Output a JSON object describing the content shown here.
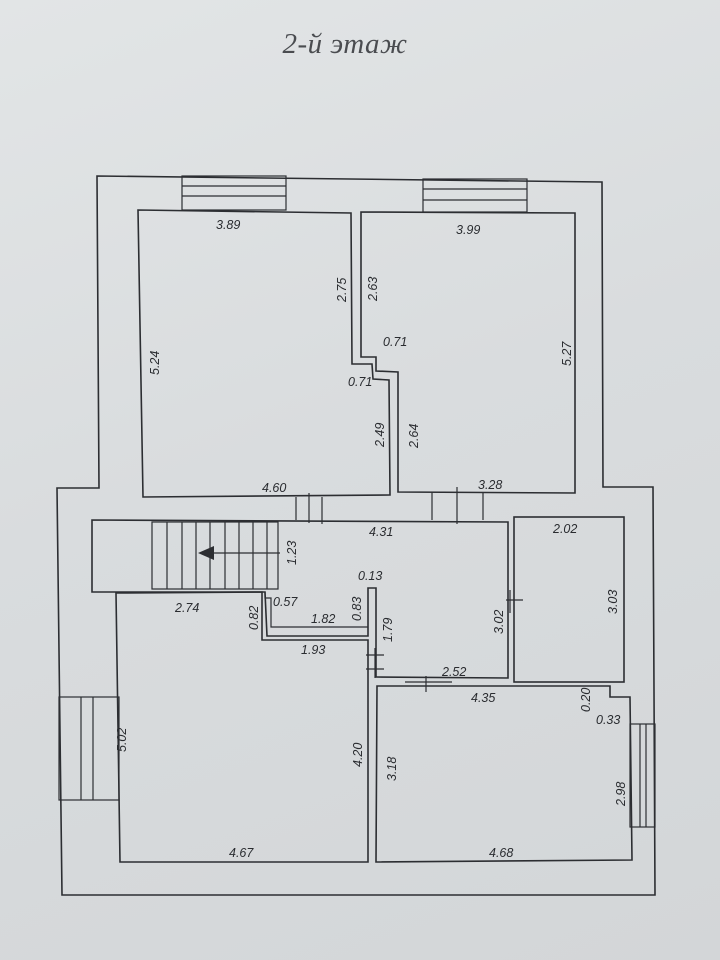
{
  "title": "2-й этаж",
  "dimensions": {
    "r1_top": "3.89",
    "r1_left": "5.24",
    "r1_right_upper": "2.75",
    "r1_notch": "0.71",
    "r1_right_lower": "2.49",
    "r1_bottom": "4.60",
    "r2_top": "3.99",
    "r2_left_upper": "2.63",
    "r2_notch": "0.71",
    "r2_right": "5.27",
    "r2_left_lower": "2.64",
    "r2_bottom": "3.28",
    "hall_top": "4.31",
    "hall_stair": "1.23",
    "hall_a": "0.13",
    "hall_b": "0.57",
    "hall_c": "1.82",
    "hall_d": "0.83",
    "hall_e": "1.79",
    "hall_right": "3.02",
    "hall_bottom": "2.52",
    "r3_top": "2.02",
    "r3_right": "3.03",
    "r4_top": "2.74",
    "r4_notch": "0.82",
    "r4_ledge": "1.93",
    "r4_left": "5.02",
    "r4_right": "4.20",
    "r4_bottom": "4.67",
    "r5_top": "4.35",
    "r5_a": "0.20",
    "r5_b": "0.33",
    "r5_left": "3.18",
    "r5_right": "2.98",
    "r5_bottom": "4.68"
  }
}
